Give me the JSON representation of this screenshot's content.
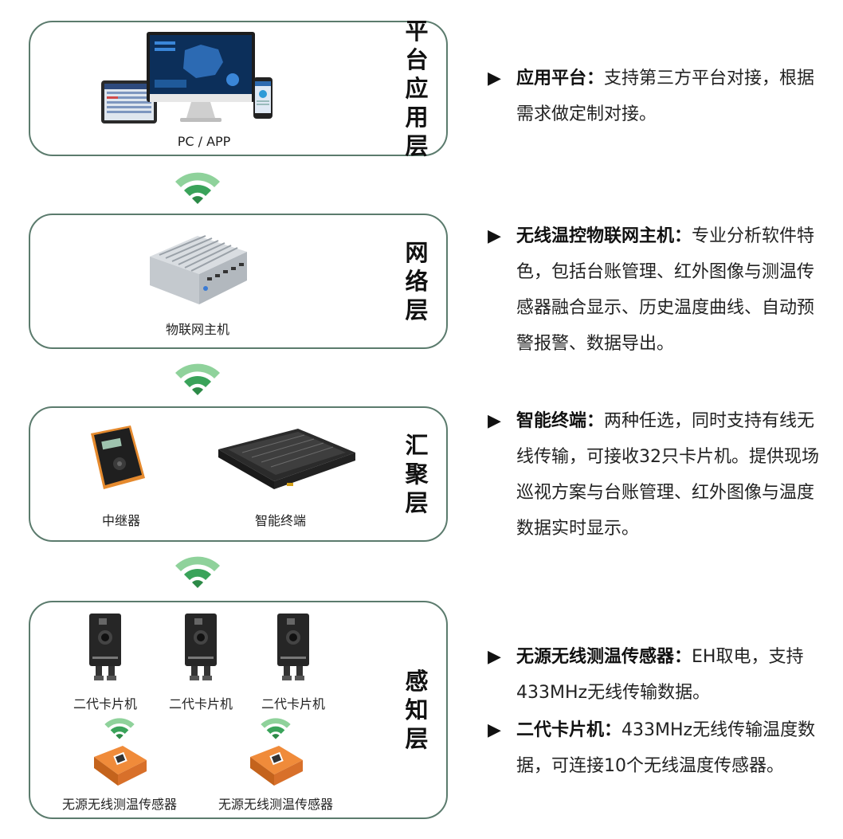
{
  "layers": [
    {
      "title_chars": [
        "平",
        "台",
        "应",
        "用",
        "层"
      ],
      "captions": [
        "PC / APP"
      ]
    },
    {
      "title_chars": [
        "网",
        "络",
        "层"
      ],
      "captions": [
        "物联网主机"
      ]
    },
    {
      "title_chars": [
        "汇",
        "聚",
        "层"
      ],
      "captions": [
        "中继器",
        "智能终端"
      ]
    },
    {
      "title_chars": [
        "感",
        "知",
        "层"
      ],
      "captions": [
        "二代卡片机",
        "二代卡片机",
        "二代卡片机",
        "无源无线测温传感器",
        "无源无线测温传感器"
      ]
    }
  ],
  "descriptions": [
    {
      "head": "应用平台：",
      "body": "支持第三方平台对接，根据需求做定制对接。"
    },
    {
      "head": "无线温控物联网主机：",
      "body": "专业分析软件特色，包括台账管理、红外图像与测温传感器融合显示、历史温度曲线、自动预警报警、数据导出。"
    },
    {
      "head": "智能终端：",
      "body": "两种任选，同时支持有线无线传输，可接收32只卡片机。提供现场巡视方案与台账管理、红外图像与温度数据实时显示。"
    },
    {
      "head": "无源无线测温传感器：",
      "body": "EH取电，支持433MHz无线传输数据。"
    },
    {
      "head": "二代卡片机：",
      "body": "433MHz无线传输温度数据，可连接10个无线温度传感器。"
    }
  ],
  "arrow_glyph": "▶",
  "colors": {
    "border": "#5b7b6d",
    "wifi": "#3aa35a",
    "wifi_light": "#8fd29b",
    "sensor": "#e07a2c"
  },
  "icons": [
    "monitor-icon",
    "tablet-icon",
    "phone-icon",
    "industrial-pc-icon",
    "relay-icon",
    "smart-terminal-icon",
    "card-camera-icon",
    "wifi-icon",
    "sensor-icon"
  ]
}
